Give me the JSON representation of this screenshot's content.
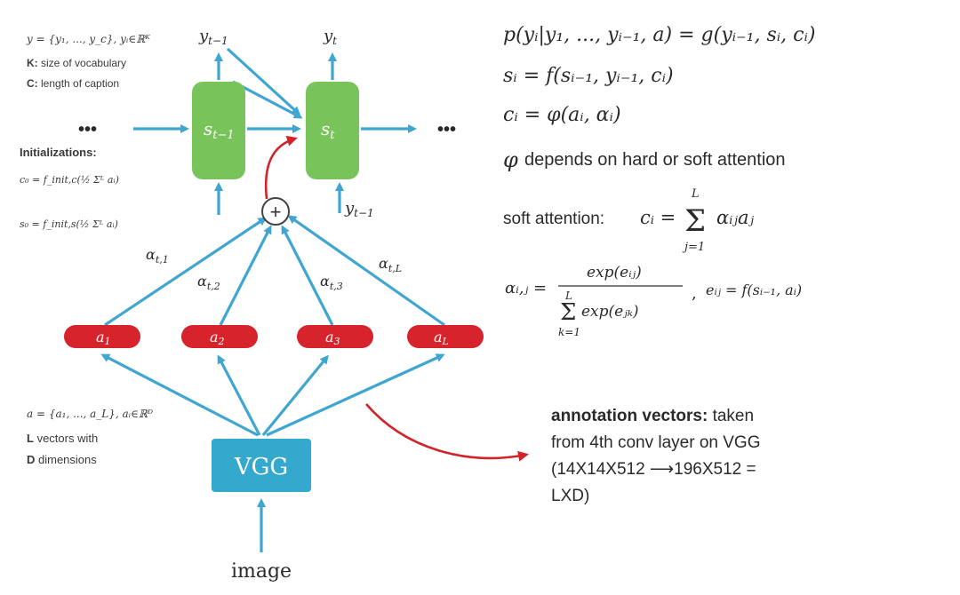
{
  "notes_top": {
    "y_def": "y = {y₁, ..., y_c}, yᵢ∈ℝᴷ",
    "k_bold": "K:",
    "k_rest": " size of vocabulary",
    "c_bold": "C:",
    "c_rest": " length of caption"
  },
  "initializations": {
    "title": "Initializations:",
    "c0": "c₀ = f_init,c(½ Σᴸ aᵢ)",
    "s0": "s₀ = f_init,s(½ Σᴸ aᵢ)"
  },
  "notes_bottom": {
    "a_def": "a = {a₁, ..., a_L}, aᵢ∈ℝᴰ",
    "l_bold": "L",
    "l_rest": " vectors with",
    "d_bold": "D",
    "d_rest": " dimensions"
  },
  "nodes": {
    "s_prev": "s",
    "s_prev_sub": "t−1",
    "s_cur": "s",
    "s_cur_sub": "t",
    "y_prev_top": "y",
    "y_prev_top_sub": "t−1",
    "y_top": "y",
    "y_top_sub": "t",
    "y_in": "y",
    "y_in_sub": "t−1",
    "dots_left": "•••",
    "dots_right": "•••",
    "plus": "+",
    "a1": "a",
    "a1_sub": "1",
    "a2": "a",
    "a2_sub": "2",
    "a3": "a",
    "a3_sub": "3",
    "aL": "a",
    "aL_sub": "L",
    "alpha1": "α",
    "alpha1_sub": "t,1",
    "alpha2": "α",
    "alpha2_sub": "t,2",
    "alpha3": "α",
    "alpha3_sub": "t,3",
    "alphaL": "α",
    "alphaL_sub": "t,L",
    "vgg": "VGG",
    "image": "image"
  },
  "equations": {
    "eq1": "p(yᵢ|y₁, ..., yᵢ₋₁, a) = g(yᵢ₋₁, sᵢ, cᵢ)",
    "eq2": "sᵢ = f(sᵢ₋₁, yᵢ₋₁, cᵢ)",
    "eq3": "cᵢ = φ(aᵢ, αᵢ)",
    "phi_symbol": "φ",
    "phi_text": "depends on hard or soft attention",
    "soft_label": "soft attention: ",
    "soft_eq": "cᵢ =",
    "sum_sym": "Σ",
    "sum_top": "L",
    "sum_bottom": "j=1",
    "soft_term": "αᵢⱼaⱼ",
    "alpha_lhs": "αᵢ,ⱼ =",
    "alpha_num": "exp(eᵢⱼ)",
    "alpha_den": "exp(eⱼₖ)",
    "alpha_den_sum": "Σ",
    "alpha_den_top": "L",
    "alpha_den_bottom": "k=1",
    "comma": ",",
    "e_def": "eᵢⱼ = f(sᵢ₋₁, aᵢ)"
  },
  "annotation": {
    "bold": "annotation vectors:",
    "line1_rest": " taken",
    "line2": "from 4th conv layer on VGG",
    "line3": "(14X14X512 ⟶196X512 =",
    "line4": "LXD)"
  },
  "colors": {
    "edge": "#3fa6d2",
    "rnn_cell": "#79c35b",
    "annotation_node": "#d7232b",
    "vgg": "#35a8cd",
    "highlight_arrow": "#d2232a"
  }
}
